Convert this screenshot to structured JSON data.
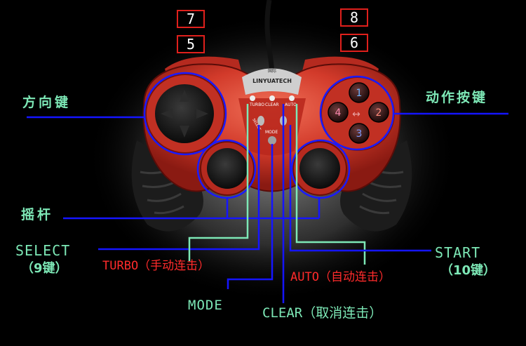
{
  "colors": {
    "background": "#000000",
    "label_cyan": "#7de8b6",
    "label_red": "#ff2b2b",
    "leader_blue": "#1515ff",
    "leader_cyan": "#7de8b6",
    "controller_red": "#d23a2a",
    "box_border": "#e0201c"
  },
  "buttons_top": {
    "l2": "7",
    "l1": "5",
    "r2": "8",
    "r1": "6"
  },
  "controller": {
    "brand": "LINYUATECH",
    "brand_cn": "国际",
    "panel": {
      "turbo": "TURBO",
      "clear": "CLEAR",
      "auto": "AUTO",
      "mode": "MODE",
      "select": "SELECT"
    },
    "face_buttons": [
      "1",
      "2",
      "3",
      "4"
    ]
  },
  "labels": {
    "dpad": "方向键",
    "action": "动作按键",
    "joystick": "摇杆",
    "select_line1": "SELECT",
    "select_line2": "（9键）",
    "turbo": "TURBO（手动连击）",
    "mode": "MODE",
    "auto": "AUTO（自动连击）",
    "clear": "CLEAR（取消连击）",
    "start_line1": "START",
    "start_line2": "（10键）"
  }
}
